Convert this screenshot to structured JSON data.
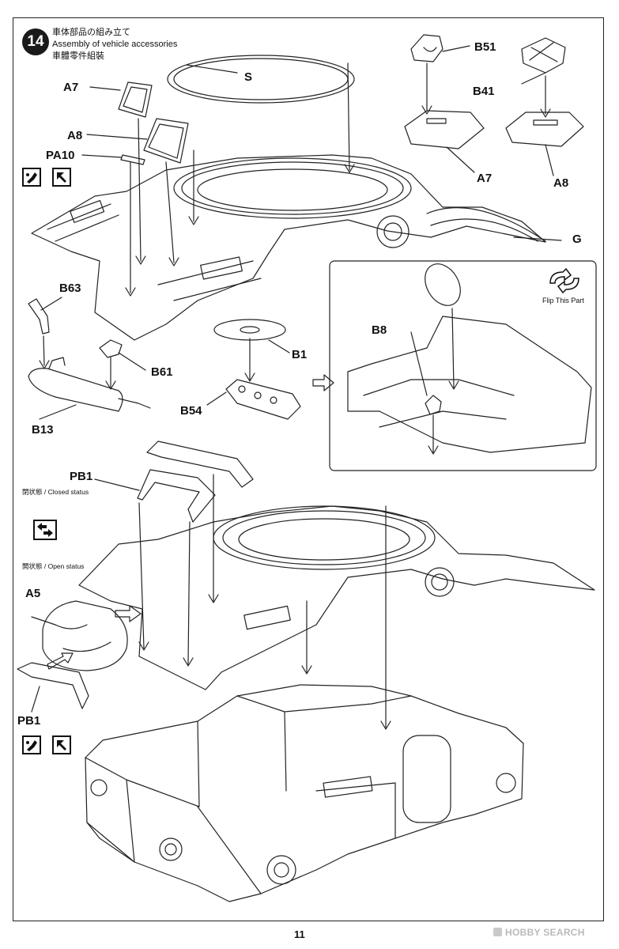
{
  "step": {
    "number": "14",
    "title_jp": "車体部品の組み立て",
    "title_en": "Assembly of vehicle accessories",
    "title_cn": "車體零件組裝"
  },
  "parts": {
    "S": "S",
    "B51": "B51",
    "B41": "B41",
    "A7_top": "A7",
    "A8_top": "A8",
    "A7_right": "A7",
    "A8_right": "A8",
    "PA10": "PA10",
    "G": "G",
    "B63": "B63",
    "B61": "B61",
    "B1": "B1",
    "B54": "B54",
    "B13": "B13",
    "B8": "B8",
    "PB1_top": "PB1",
    "A5": "A5",
    "PB1_bottom": "PB1"
  },
  "notes": {
    "flip": "Flip This Part",
    "closed_status": "閉状態 / Closed status",
    "open_status": "開状態 / Open status"
  },
  "icons": [
    "glue-icon",
    "cut-icon",
    "option-swap-icon",
    "flip-icon"
  ],
  "footer": {
    "page_number": "11",
    "watermark": "HOBBY SEARCH"
  }
}
